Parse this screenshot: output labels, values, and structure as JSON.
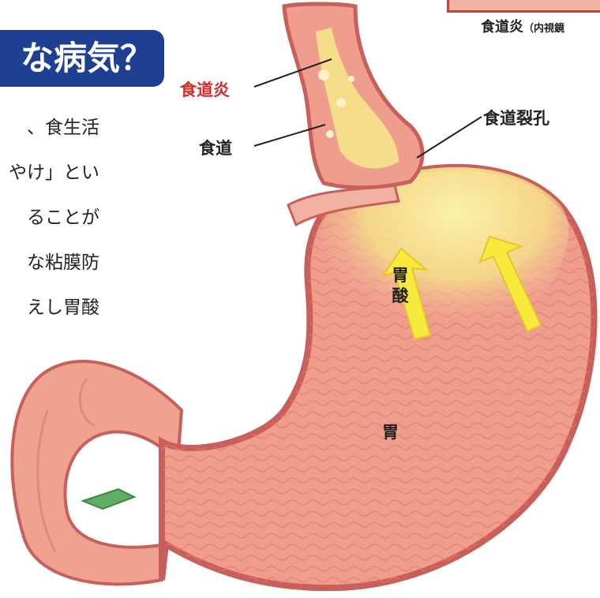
{
  "title_banner": "な病気？",
  "body_lines": [
    "、食生活",
    "やけ」とい",
    "ることが",
    "な粘膜防",
    "えし胃酸"
  ],
  "photo_caption": {
    "main": "食道炎",
    "sub": "（内視鏡"
  },
  "labels": {
    "esophagitis": "食道炎",
    "esophagus": "食道",
    "hiatus": "食道裂孔",
    "gastric_acid": "胃酸",
    "stomach": "胃"
  },
  "colors": {
    "banner": "#1f3f92",
    "label_red": "#d42a2a",
    "tissue": "#ef9d8c",
    "tissue_dark": "#d9706a",
    "acid_yellow": "#f6e48a",
    "arrow_yellow": "#f7ea3c"
  }
}
